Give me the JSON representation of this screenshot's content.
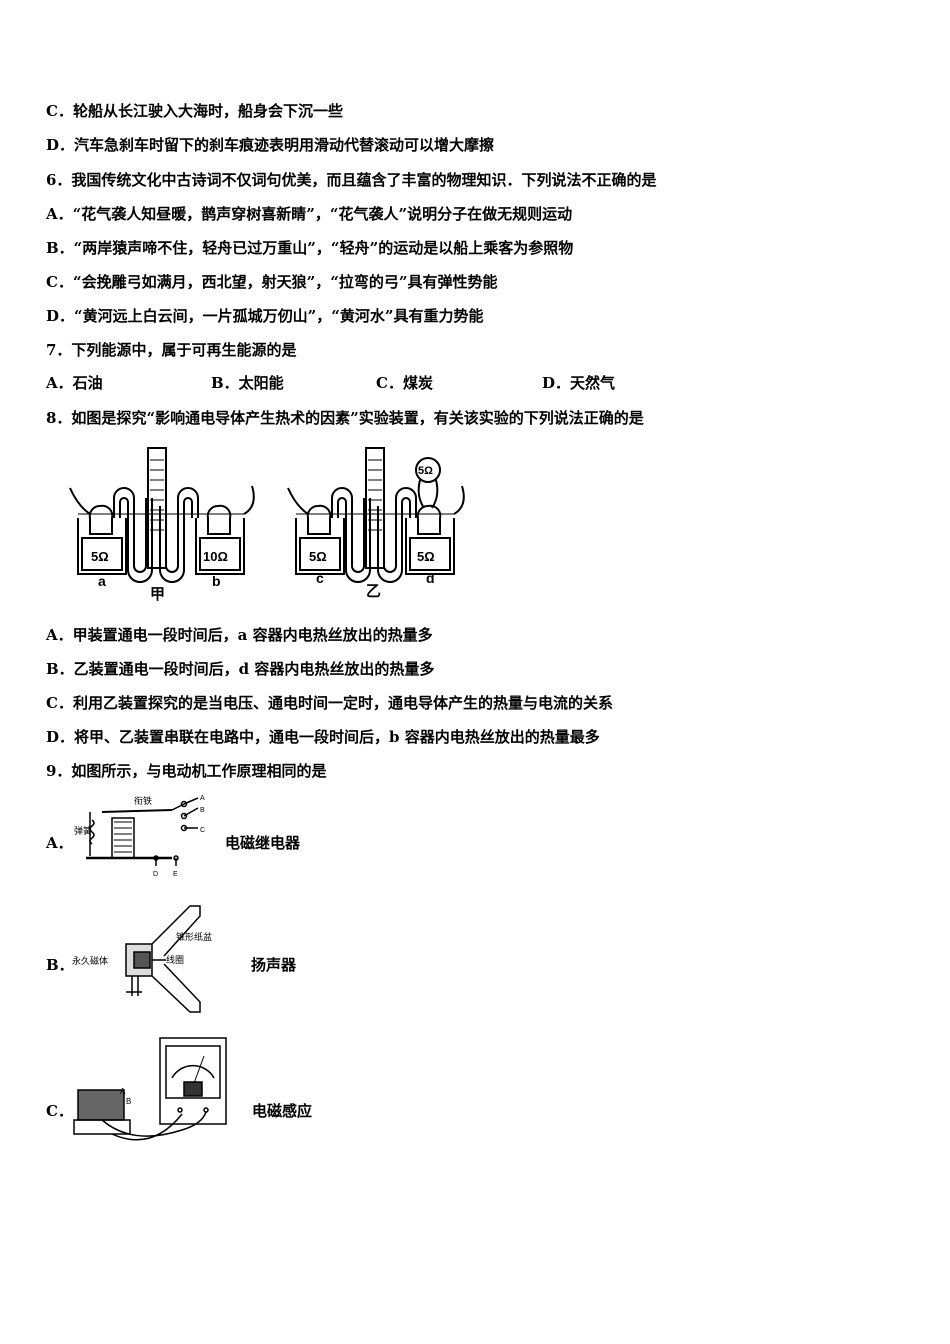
{
  "lines": {
    "l1": "C．轮船从长江驶入大海时，船身会下沉一些",
    "l2": "D．汽车急刹车时留下的刹车痕迹表明用滑动代替滚动可以增大摩擦",
    "q6": "6．我国传统文化中古诗词不仅词句优美，而且蕴含了丰富的物理知识．下列说法不正确的是",
    "q6a": "A．“花气袭人知昼暖，鹊声穿树喜新睛”，“花气袭人”说明分子在做无规则运动",
    "q6b": "B．“两岸猿声啼不住，轻舟已过万重山”，“轻舟”的运动是以船上乘客为参照物",
    "q6c": "C．“会挽雕弓如满月，西北望，射天狼”，“拉弯的弓”具有弹性势能",
    "q6d": "D．“黄河远上白云间，一片孤城万仞山”，“黄河水”具有重力势能",
    "q7": "7．下列能源中，属于可再生能源的是",
    "q8": "8．如图是探究“影响通电导体产生热术的因素”实验装置，有关该实验的下列说法正确的是",
    "q8a": "A．甲装置通电一段时间后，a 容器内电热丝放出的热量多",
    "q8b": "B．乙装置通电一段时间后，d 容器内电热丝放出的热量多",
    "q8c": "C．利用乙装置探究的是当电压、通电时间一定时，通电导体产生的热量与电流的关系",
    "q8d": "D．将甲、乙装置串联在电路中，通电一段时间后，b 容器内电热丝放出的热量最多",
    "q9": "9．如图所示，与电动机工作原理相同的是"
  },
  "q7_options": {
    "a": "A．石油",
    "b": "B．太阳能",
    "c": "C．煤炭",
    "d": "D．天然气"
  },
  "fig8": {
    "jia": {
      "left_res": "5Ω",
      "right_res": "10Ω",
      "left_label": "a",
      "right_label": "b",
      "name": "甲"
    },
    "yi": {
      "left_res": "5Ω",
      "right_res": "5Ω",
      "top_res": "5Ω",
      "left_label": "c",
      "right_label": "d",
      "name": "乙"
    }
  },
  "q9_options": [
    {
      "label": "A．",
      "caption": "电磁继电器",
      "figure_texts": {
        "armature": "衔铁",
        "spring": "弹簧",
        "A": "A",
        "B": "B",
        "C": "C",
        "D": "D",
        "E": "E"
      }
    },
    {
      "label": "B．",
      "caption": "扬声器",
      "figure_texts": {
        "magnet": "永久磁体",
        "coil": "线圈",
        "cone": "锥形纸盆"
      }
    },
    {
      "label": "C．",
      "caption": "电磁感应",
      "figure_texts": {
        "A": "A",
        "B": "B"
      }
    }
  ]
}
